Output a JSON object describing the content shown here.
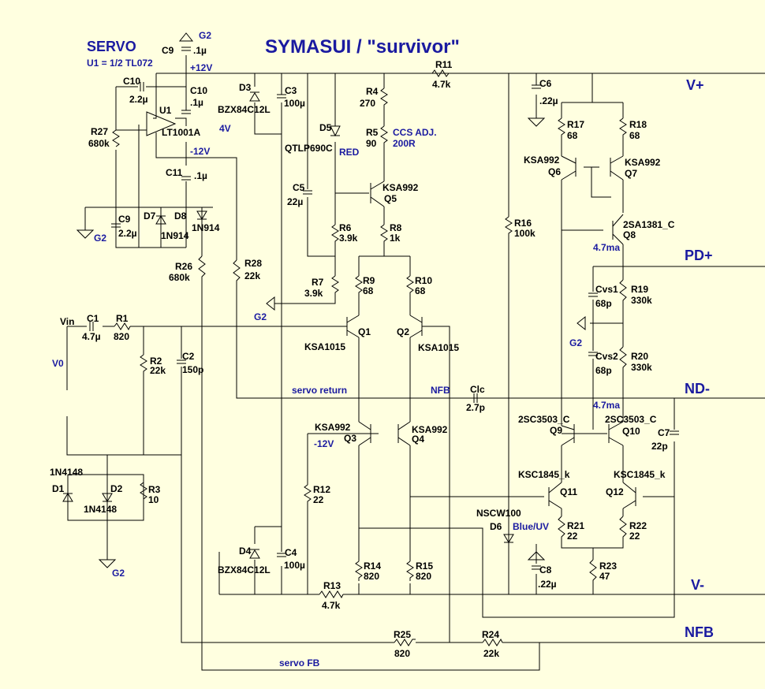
{
  "title": "SYMASUI / \"survivor\"",
  "servo": {
    "heading": "SERVO",
    "note": "U1 = 1/2 TL072"
  },
  "rails": {
    "v_plus": "V+",
    "v_minus": "V-",
    "pd_plus": "PD+",
    "nd_minus": "ND-",
    "nfb": "NFB"
  },
  "supply_labels": {
    "plus12": "+12V",
    "minus12": "-12V",
    "minus12b": "-12V",
    "v4": "4V"
  },
  "grounds": {
    "g2_top": "G2",
    "g2_left": "G2",
    "g2_servo": "G2",
    "g2_bottom": "G2",
    "g2_right": "G2"
  },
  "nets": {
    "vin": "Vin",
    "v0": "V0",
    "servo_return": "servo return",
    "nfb": "NFB",
    "servo_fb": "servo FB",
    "ma_top": "4.7ma",
    "ma_bot": "4.7ma"
  },
  "notes": {
    "ccs_adj_1": "CCS ADJ.",
    "ccs_adj_2": "200R",
    "red": "RED",
    "blue_uv": "Blue/UV"
  },
  "components": {
    "C9a": {
      "ref": "C9",
      "value": ".1µ"
    },
    "C10a": {
      "ref": "C10",
      "value": "2.2µ"
    },
    "U1": {
      "ref": "U1",
      "value": "LT1001A"
    },
    "C10b": {
      "ref": "C10",
      "value": ".1µ"
    },
    "C11": {
      "ref": "C11",
      "value": ".1µ"
    },
    "R27": {
      "ref": "R27",
      "value": "680k"
    },
    "C9b": {
      "ref": "C9",
      "value": "2.2µ"
    },
    "D7": {
      "ref": "D7",
      "value": "1N914"
    },
    "D8": {
      "ref": "D8",
      "value": "1N914"
    },
    "D3": {
      "ref": "D3",
      "value": "BZX84C12L"
    },
    "C3": {
      "ref": "C3",
      "value": "100µ"
    },
    "D5": {
      "ref": "D5",
      "value": "QTLP690C"
    },
    "R4": {
      "ref": "R4",
      "value": "270"
    },
    "R5": {
      "ref": "R5",
      "value": "90"
    },
    "R11": {
      "ref": "R11",
      "value": "4.7k"
    },
    "C6": {
      "ref": "C6",
      "value": ".22µ"
    },
    "R17": {
      "ref": "R17",
      "value": "68"
    },
    "R18": {
      "ref": "R18",
      "value": "68"
    },
    "Q6": {
      "ref": "Q6",
      "value": "KSA992"
    },
    "Q7": {
      "ref": "Q7",
      "value": "KSA992"
    },
    "C5": {
      "ref": "C5",
      "value": "22µ"
    },
    "Q5": {
      "ref": "Q5",
      "value": "KSA992"
    },
    "R6": {
      "ref": "R6",
      "value": "3.9k"
    },
    "R8": {
      "ref": "R8",
      "value": "1k"
    },
    "R16": {
      "ref": "R16",
      "value": "100k"
    },
    "Q8": {
      "ref": "Q8",
      "value": "2SA1381_C"
    },
    "R26": {
      "ref": "R26",
      "value": "680k"
    },
    "R28": {
      "ref": "R28",
      "value": "22k"
    },
    "R7": {
      "ref": "R7",
      "value": "3.9k"
    },
    "R9": {
      "ref": "R9",
      "value": "68"
    },
    "R10": {
      "ref": "R10",
      "value": "68"
    },
    "Cvs1": {
      "ref": "Cvs1",
      "value": "68p"
    },
    "R19": {
      "ref": "R19",
      "value": "330k"
    },
    "C1": {
      "ref": "C1",
      "value": "4.7µ"
    },
    "R1": {
      "ref": "R1",
      "value": "820"
    },
    "Q1": {
      "ref": "Q1",
      "value": "KSA1015"
    },
    "Q2": {
      "ref": "Q2",
      "value": "KSA1015"
    },
    "R2": {
      "ref": "R2",
      "value": "22k"
    },
    "C2": {
      "ref": "C2",
      "value": "150p"
    },
    "Cvs2": {
      "ref": "Cvs2",
      "value": "68p"
    },
    "R20": {
      "ref": "R20",
      "value": "330k"
    },
    "Clc": {
      "ref": "Clc",
      "value": "2.7p"
    },
    "Q3": {
      "ref": "Q3",
      "value": "KSA992"
    },
    "Q4": {
      "ref": "Q4",
      "value": "KSA992"
    },
    "Q9": {
      "ref": "Q9",
      "value": "2SC3503_C"
    },
    "Q10": {
      "ref": "Q10",
      "value": "2SC3503_C"
    },
    "C7": {
      "ref": "C7",
      "value": "22p"
    },
    "D1": {
      "ref": "D1",
      "value": "1N4148"
    },
    "D2": {
      "ref": "D2",
      "value": "1N4148"
    },
    "R3": {
      "ref": "R3",
      "value": "10"
    },
    "R12": {
      "ref": "R12",
      "value": "22"
    },
    "Q11": {
      "ref": "Q11",
      "value": "KSC1845_k"
    },
    "Q12": {
      "ref": "Q12",
      "value": "KSC1845_k"
    },
    "D6": {
      "ref": "D6",
      "value": "NSCW100"
    },
    "R21": {
      "ref": "R21",
      "value": "22"
    },
    "R22": {
      "ref": "R22",
      "value": "22"
    },
    "D4": {
      "ref": "D4",
      "value": "BZX84C12L"
    },
    "C4": {
      "ref": "C4",
      "value": "100µ"
    },
    "R14": {
      "ref": "R14",
      "value": "820"
    },
    "R15": {
      "ref": "R15",
      "value": "820"
    },
    "C8": {
      "ref": "C8",
      "value": ".22µ"
    },
    "R23": {
      "ref": "R23",
      "value": "47"
    },
    "R13": {
      "ref": "R13",
      "value": "4.7k"
    },
    "R25": {
      "ref": "R25",
      "value": "820"
    },
    "R24": {
      "ref": "R24",
      "value": "22k"
    }
  },
  "colors": {
    "background": "#ffffe0",
    "wire": "#000000",
    "label_blue": "#1a1aa0"
  }
}
